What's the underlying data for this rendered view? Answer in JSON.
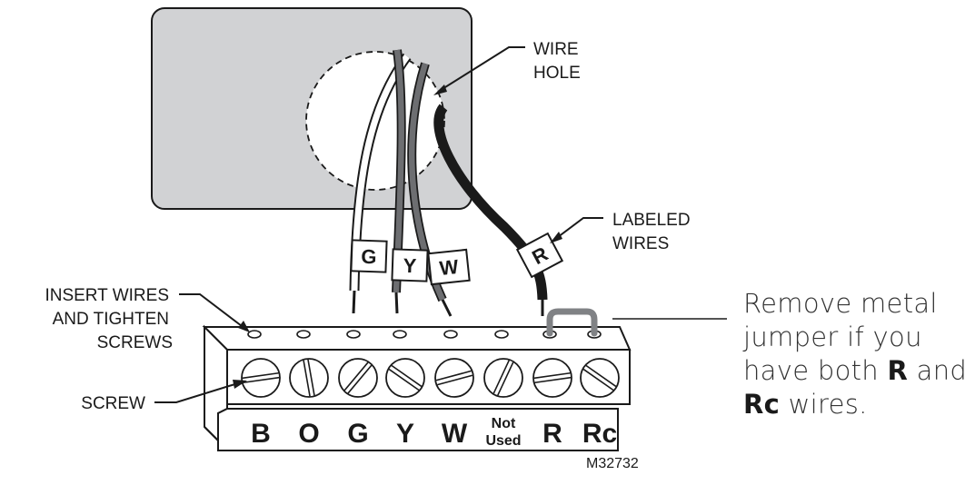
{
  "callouts": {
    "wire_hole": [
      "WIRE",
      "HOLE"
    ],
    "labeled_wires": [
      "LABELED",
      "WIRES"
    ],
    "insert_wires": [
      "INSERT WIRES",
      "AND TIGHTEN",
      "SCREWS"
    ],
    "screw": "SCREW"
  },
  "wire_tags": [
    {
      "label": "G",
      "wire_color": "white"
    },
    {
      "label": "Y",
      "wire_color": "gray"
    },
    {
      "label": "W",
      "wire_color": "gray"
    },
    {
      "label": "R",
      "wire_color": "black"
    }
  ],
  "terminals": [
    {
      "label": "B"
    },
    {
      "label": "O"
    },
    {
      "label": "G"
    },
    {
      "label": "Y"
    },
    {
      "label": "W"
    },
    {
      "label": "Not",
      "label2": "Used"
    },
    {
      "label": "R"
    },
    {
      "label": "Rc"
    }
  ],
  "note": {
    "line1": "Remove metal",
    "line2": "jumper if you",
    "line3_pre": "have both ",
    "line3_bold": "R",
    "line3_post": " and",
    "line4_bold": "Rc",
    "line4_post": " wires."
  },
  "figure_code": "M32732",
  "colors": {
    "plate": "#d1d2d4",
    "wire_gray": "#6d6e71",
    "wire_black": "#1a1a1a",
    "jumper": "#808285",
    "ink": "#1a1a1a"
  }
}
